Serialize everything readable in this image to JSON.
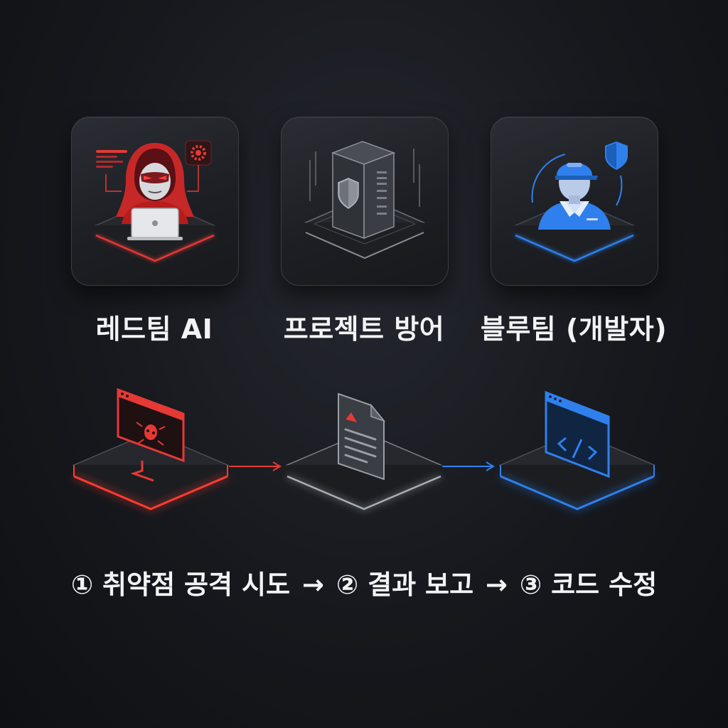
{
  "roles": [
    {
      "label": "레드팀 AI",
      "accent": "#e53935"
    },
    {
      "label": "프로젝트 방어",
      "accent": "#9aa0a6"
    },
    {
      "label": "블루팀 (개발자)",
      "accent": "#2f80ed"
    }
  ],
  "steps": {
    "step1": "① 취약점 공격 시도",
    "arrow1": "→",
    "step2": "② 결과 보고",
    "arrow2": "→",
    "step3": "③ 코드 수정"
  },
  "icons": {
    "tile1": [
      "hacker-icon",
      "laptop-icon",
      "gear-icon",
      "code-lines-icon"
    ],
    "tile2": [
      "server-icon",
      "shield-icon"
    ],
    "tile3": [
      "developer-icon",
      "shield-icon"
    ],
    "flow": [
      "monitor-bug-icon",
      "warning-report-icon",
      "code-window-icon"
    ]
  }
}
